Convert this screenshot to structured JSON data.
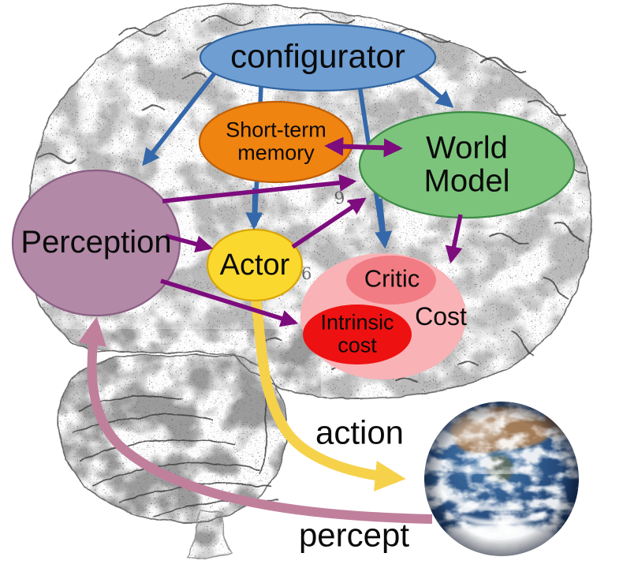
{
  "diagram": {
    "modules": {
      "configurator": {
        "label": "configurator",
        "fill": "#6f9ed3",
        "stroke": "#2f639f"
      },
      "short_term_memory": {
        "label": "Short-term\nmemory",
        "fill": "#f08411",
        "stroke": "#bf5f06"
      },
      "world_model": {
        "label": "World Model",
        "fill": "#7cc47c",
        "stroke": "#3d8b46"
      },
      "perception": {
        "label": "Perception",
        "fill": "#b289a6",
        "stroke": "#8a5f84"
      },
      "actor": {
        "label": "Actor",
        "fill": "#fbd82e",
        "stroke": "#d9a50a"
      },
      "cost": {
        "label": "Cost",
        "fill": "#f9b2b6",
        "stroke": "#f4a3a8"
      },
      "critic": {
        "label": "Critic",
        "fill": "#f27c83",
        "stroke": "#f27c83"
      },
      "intrinsic_cost": {
        "label": "Intrinsic\ncost",
        "fill": "#ee1111",
        "stroke": "#ee1111"
      }
    },
    "flow_labels": {
      "action": "action",
      "percept": "percept"
    },
    "arrow_colors": {
      "configurator_control": "#3468aa",
      "module_flow": "#7d0c7d",
      "action_flow": "#f6d24b",
      "percept_flow": "#c0809c"
    },
    "arrows": [
      {
        "from": "configurator",
        "to": "perception",
        "color": "configurator_control"
      },
      {
        "from": "configurator",
        "to": "actor",
        "color": "configurator_control"
      },
      {
        "from": "configurator",
        "to": "world_model",
        "color": "configurator_control"
      },
      {
        "from": "configurator",
        "to": "cost",
        "color": "configurator_control"
      },
      {
        "from": "short_term_memory",
        "to": "world_model",
        "color": "module_flow",
        "bidirectional": true
      },
      {
        "from": "perception",
        "to": "world_model",
        "color": "module_flow"
      },
      {
        "from": "perception",
        "to": "actor",
        "color": "module_flow"
      },
      {
        "from": "perception",
        "to": "intrinsic_cost",
        "color": "module_flow"
      },
      {
        "from": "actor",
        "to": "world_model",
        "color": "module_flow"
      },
      {
        "from": "world_model",
        "to": "cost",
        "color": "module_flow"
      },
      {
        "from": "actor",
        "to": "world",
        "color": "action_flow",
        "label": "action"
      },
      {
        "from": "world",
        "to": "perception",
        "color": "percept_flow",
        "label": "percept"
      }
    ],
    "background": {
      "sketch_icon": "human-brain-lateral-sketch",
      "world_icon": "earth-blue-marble",
      "numbers": [
        "9.",
        "6"
      ]
    }
  }
}
